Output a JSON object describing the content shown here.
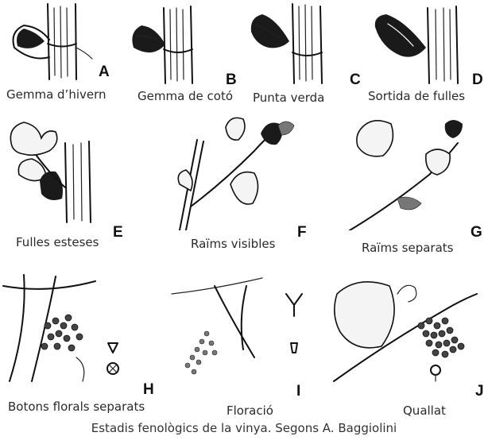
{
  "stages": [
    {
      "letter": "A",
      "caption": "Gemma d’hivern"
    },
    {
      "letter": "B",
      "caption": "Gemma de cotó"
    },
    {
      "letter": "C",
      "caption": "Punta verda"
    },
    {
      "letter": "D",
      "caption": "Sortida de fulles"
    },
    {
      "letter": "E",
      "caption": "Fulles esteses"
    },
    {
      "letter": "F",
      "caption": "Raïms visibles"
    },
    {
      "letter": "G",
      "caption": "Raïms separats"
    },
    {
      "letter": "H",
      "caption": "Botons florals separats"
    },
    {
      "letter": "I",
      "caption": "Floració"
    },
    {
      "letter": "J",
      "caption": "Quallat"
    }
  ],
  "footer": "Estadis fenològics de la vinya. Segons A. Baggiolini"
}
